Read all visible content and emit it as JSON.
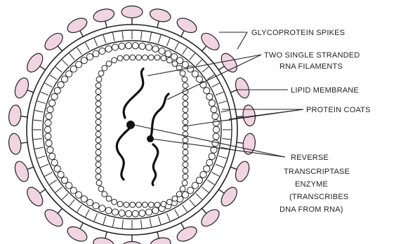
{
  "labels": {
    "glycoprotein": "GLYCOPROTEIN SPIKES",
    "rna_line1": "TWO SINGLE STRANDED",
    "rna_line2": "RNA FILAMENTS",
    "lipid": "LIPID MEMBRANE",
    "protein": "PROTEIN COATS",
    "rt_line1": "REVERSE",
    "rt_line2": "TRANSCRIPTASE",
    "rt_line3": "ENZYME",
    "rt_line4": "(TRANSCRIBES",
    "rt_line5": "DNA FROM RNA)"
  },
  "colors": {
    "spike_fill": "#f0d4e0",
    "ink": "#222222",
    "background": "#ffffff"
  }
}
